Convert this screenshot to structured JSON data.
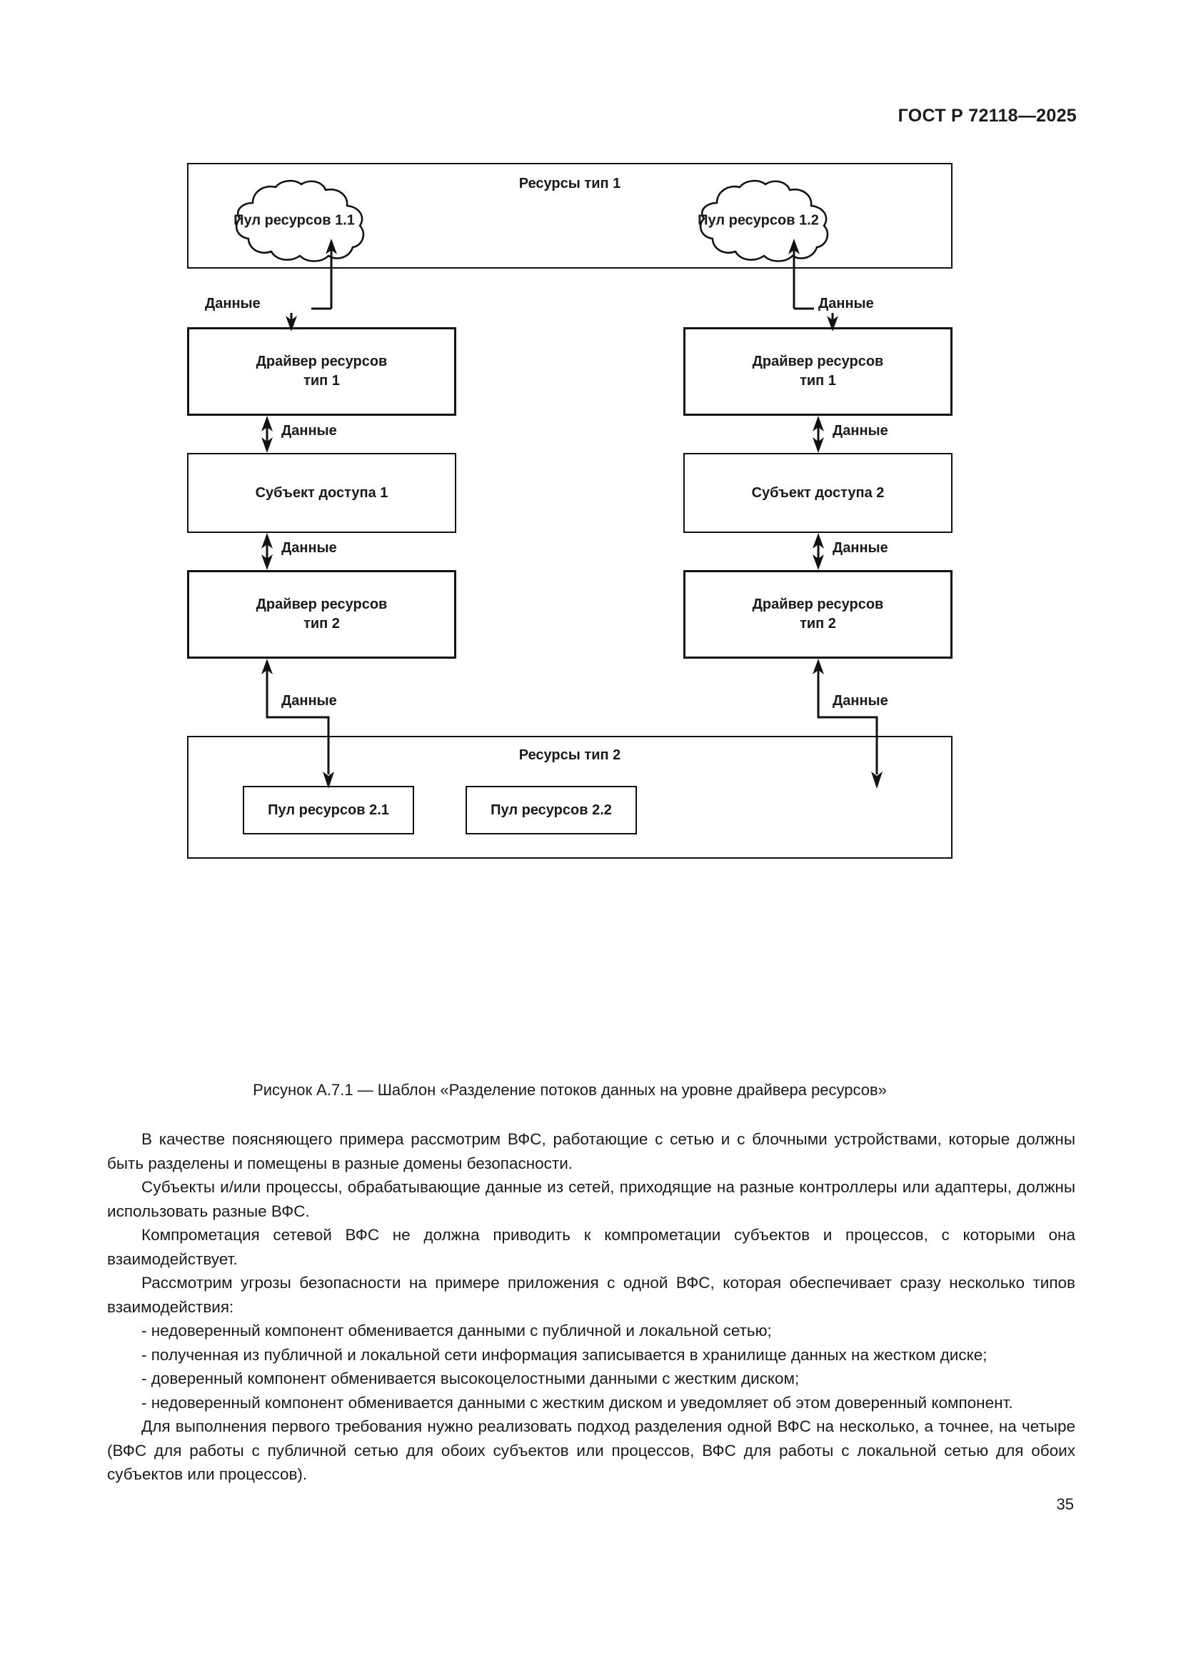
{
  "header": {
    "standard_title": "ГОСТ Р 72118—2025"
  },
  "figure": {
    "caption": "Рисунок А.7.1 — Шаблон «Разделение потоков данных на уровне драйвера ресурсов»",
    "resources_type1": {
      "title": "Ресурсы тип 1",
      "pools": [
        {
          "label": "Пул ресурсов 1.1"
        },
        {
          "label": "Пул ресурсов 1.2"
        }
      ]
    },
    "resources_type2": {
      "title": "Ресурсы тип 2",
      "pools": [
        {
          "label": "Пул ресурсов 2.1"
        },
        {
          "label": "Пул ресурсов 2.2"
        }
      ]
    },
    "left_chain": [
      {
        "label": "Драйвер ресурсов\nтип 1"
      },
      {
        "label": "Субъект доступа 1"
      },
      {
        "label": "Драйвер ресурсов\nтип 2"
      }
    ],
    "right_chain": [
      {
        "label": "Драйвер ресурсов\nтип 1"
      },
      {
        "label": "Субъект доступа 2"
      },
      {
        "label": "Драйвер ресурсов\nтип 2"
      }
    ],
    "flow_label": "Данные",
    "connector_labels": {
      "l1": "Данные",
      "l2": "Данные",
      "l3": "Данные",
      "l4": "Данные",
      "r1": "Данные",
      "r2": "Данные",
      "r3": "Данные",
      "r4": "Данные"
    },
    "colors": {
      "line": "#111111",
      "background": "#ffffff"
    }
  },
  "body": {
    "paragraphs": [
      "В качестве поясняющего примера рассмотрим ВФС, работающие с сетью и с блочными устройствами, которые должны быть разделены и помещены в разные домены безопасности.",
      "Субъекты и/или процессы, обрабатывающие данные из сетей, приходящие на разные контроллеры или адаптеры, должны использовать разные ВФС.",
      "Компрометация сетевой ВФС не должна приводить к компрометации субъектов и процессов, с которыми она взаимодействует.",
      "Рассмотрим угрозы безопасности на примере приложения с одной ВФС, которая обеспечивает сразу несколько типов взаимодействия:",
      "- недоверенный компонент обменивается данными с публичной и локальной сетью;",
      "- полученная из публичной и локальной сети информация записывается в хранилище данных на жестком диске;",
      "- доверенный компонент обменивается высокоцелостными данными с жестким диском;",
      "- недоверенный компонент обменивается данными с жестким диском и уведомляет об этом доверенный компонент.",
      "Для выполнения первого требования нужно реализовать подход разделения одной ВФС на несколько, а точнее, на четыре (ВФС для работы с публичной сетью для обоих субъектов или процессов, ВФС для работы с локальной сетью для обоих субъектов или процессов)."
    ]
  },
  "footer": {
    "page_number": "35"
  }
}
